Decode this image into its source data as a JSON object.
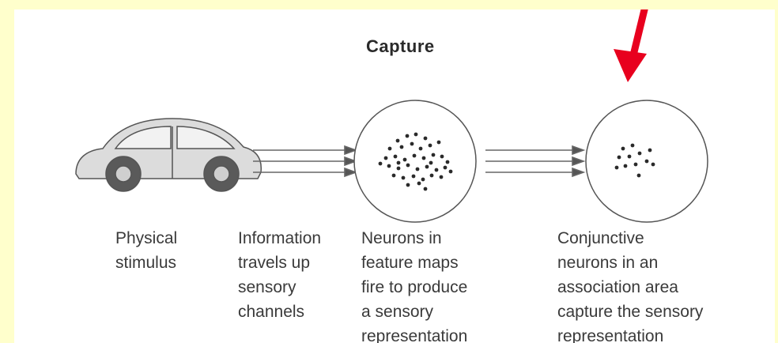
{
  "diagram": {
    "title": "Capture",
    "captions": {
      "stimulus": "Physical\nstimulus",
      "information": "Information\ntravels up\nsensory\nchannels",
      "neurons": "Neurons in\nfeature maps\nfire to produce\na sensory\nrepresentation",
      "conjunctive": "Conjunctive\nneurons in an\nassociation area\ncapture the sensory\nrepresentation"
    },
    "icons": [
      "car-icon",
      "arrow-icon",
      "pointer-arrow-icon"
    ],
    "colors": {
      "background": "#FFFFCC",
      "panel": "#FFFFFF",
      "pointer": "#E8001E",
      "ink": "#333333"
    }
  }
}
